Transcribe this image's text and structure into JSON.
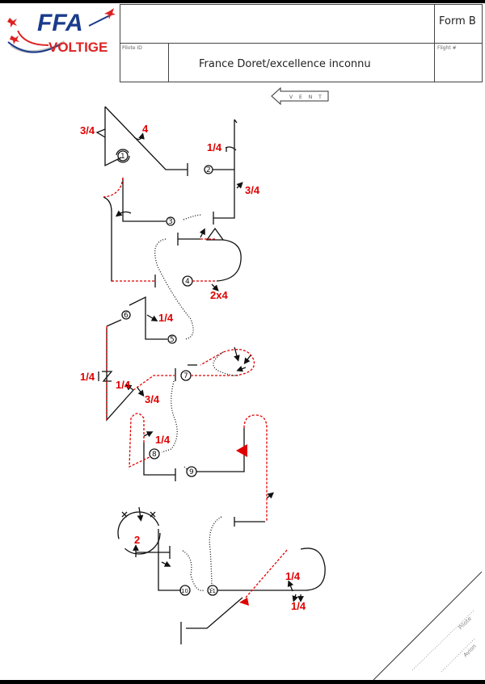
{
  "header": {
    "logo_text_top": "FFA",
    "logo_text_bottom": "VOLTIGE",
    "form_label": "Form B",
    "pilote_id_label": "Pilote ID",
    "flight_label": "Flight #",
    "pilot_name": "France Doret/excellence inconnu"
  },
  "wind": {
    "label": "V E N T",
    "direction": "left"
  },
  "figures": [
    {
      "number": "1",
      "labels": [
        "3/4",
        "4"
      ]
    },
    {
      "number": "2",
      "labels": [
        "1/4",
        "3/4"
      ]
    },
    {
      "number": "3",
      "labels": []
    },
    {
      "number": "4",
      "labels": [
        "2x4"
      ]
    },
    {
      "number": "5",
      "labels": [
        "1/4"
      ]
    },
    {
      "number": "6",
      "labels": [
        "1/4",
        "1/4",
        "3/4"
      ]
    },
    {
      "number": "7",
      "labels": []
    },
    {
      "number": "8",
      "labels": [
        "1/4"
      ]
    },
    {
      "number": "9",
      "labels": []
    },
    {
      "number": "10",
      "labels": [
        "2"
      ]
    },
    {
      "number": "11",
      "labels": [
        "1/4",
        "1/4"
      ]
    }
  ],
  "corner": {
    "pilote": "Pilote",
    "avion": "Avion"
  },
  "colors": {
    "line": "#111111",
    "negative": "#e00000",
    "accent_blue": "#1a3c8c"
  }
}
